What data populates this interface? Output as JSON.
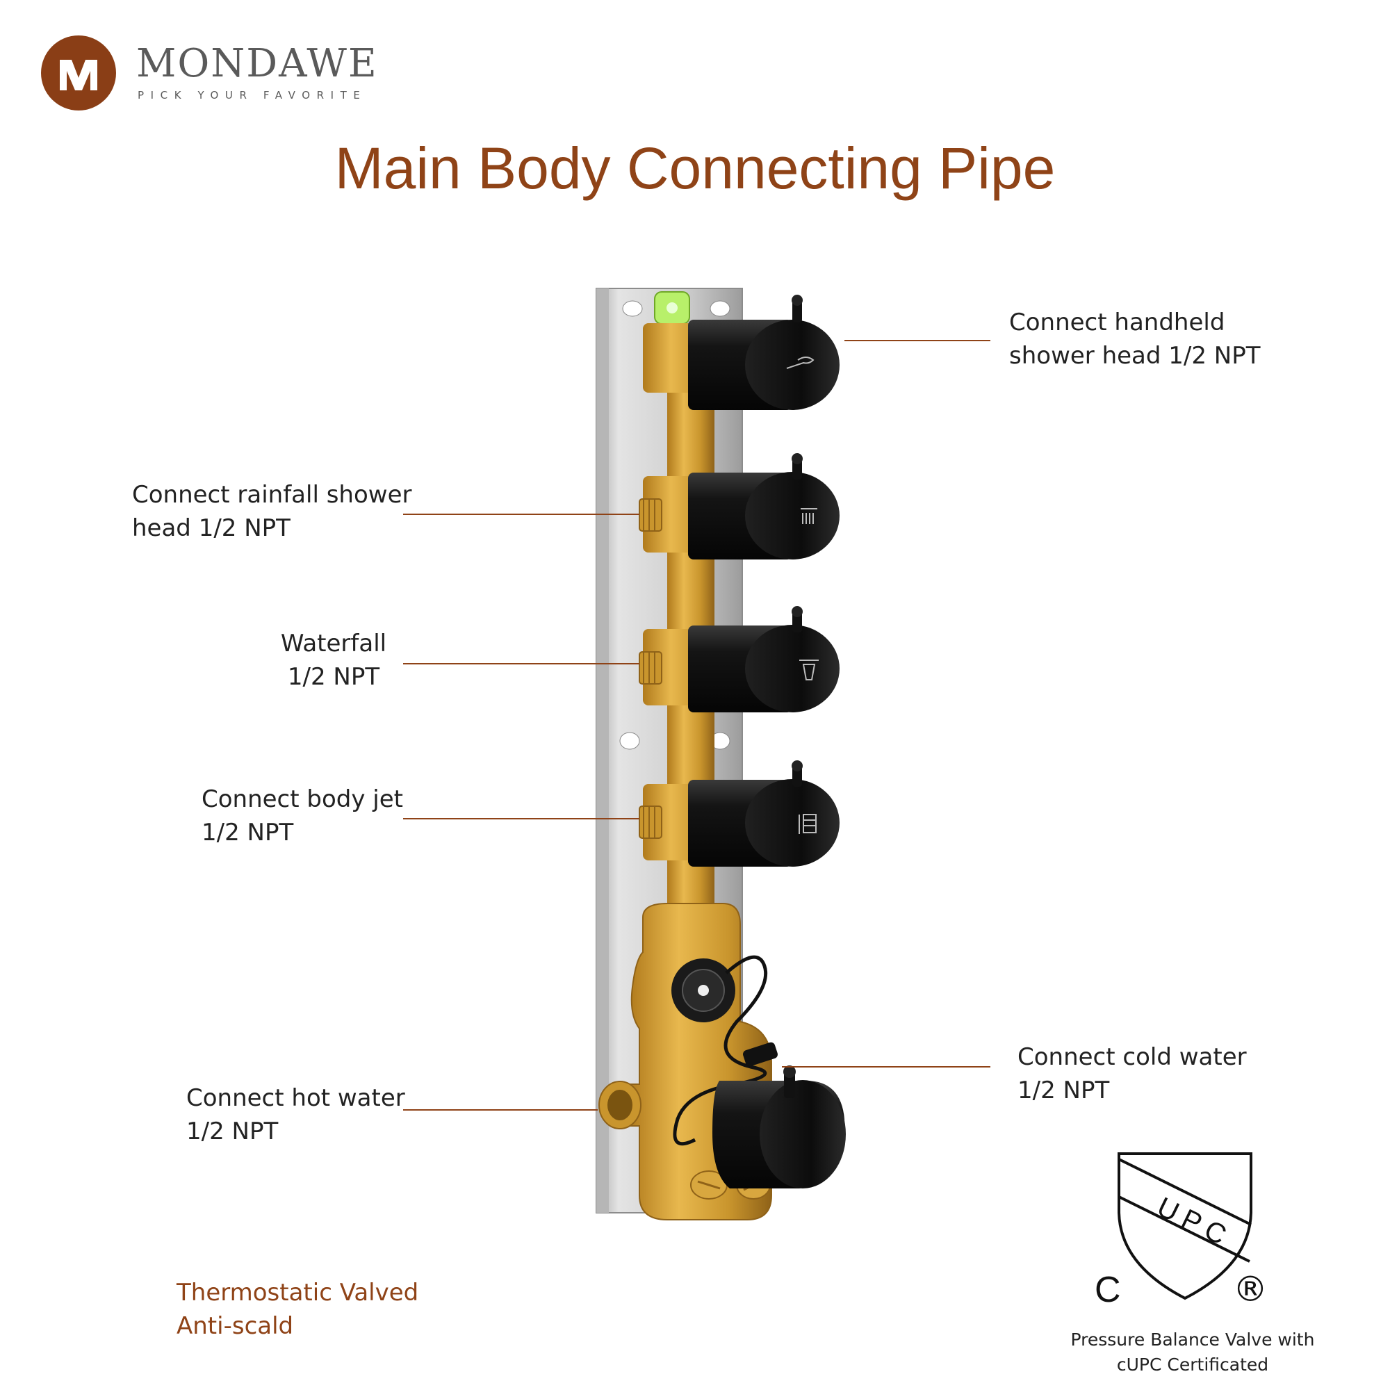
{
  "brand": {
    "name": "MONDAWE",
    "tagline": "PICK YOUR FAVORITE"
  },
  "title": "Main Body Connecting Pipe",
  "callouts": {
    "handheld": [
      "Connect handheld",
      "shower head  1/2 NPT"
    ],
    "rainfall": [
      "Connect rainfall shower",
      "head  1/2 NPT"
    ],
    "waterfall": [
      "Waterfall",
      "1/2 NPT"
    ],
    "body_jet": [
      "Connect body jet",
      "1/2 NPT"
    ],
    "hot_water": [
      "Connect hot water",
      "1/2 NPT"
    ],
    "cold_water": [
      "Connect cold water",
      "1/2 NPT"
    ]
  },
  "features": [
    "Thermostatic Valved",
    "Anti-scald"
  ],
  "certification": {
    "mark": "UPC",
    "prefix": "C",
    "registered": "®",
    "caption": [
      "Pressure Balance Valve with",
      "cUPC Certificated"
    ]
  },
  "colors": {
    "brand_brown": "#8f4317",
    "brass": "#c9952d",
    "handle_black": "#141414",
    "plate_silver": "#c5c5c5",
    "leader_line": "#8f4317"
  },
  "icons": {
    "handheld_handle": "handheld-shower-icon",
    "rainfall_handle": "rain-shower-icon",
    "waterfall_handle": "waterfall-icon",
    "body_jet_handle": "body-jet-icon"
  }
}
